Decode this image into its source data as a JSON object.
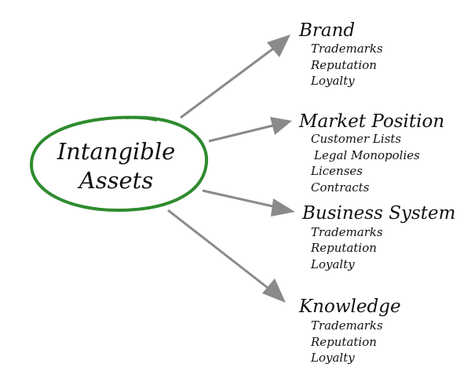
{
  "center": {
    "line1": "Intangible",
    "line2": "Assets",
    "ring_color": "#2e8b2e"
  },
  "arrow_color": "#8a8a8a",
  "categories": [
    {
      "title": "Brand",
      "items": [
        "Trademarks",
        "Reputation",
        "Loyalty"
      ]
    },
    {
      "title": "Market Position",
      "items": [
        "Customer Lists",
        "Legal Monopolies",
        "Licenses",
        "Contracts"
      ]
    },
    {
      "title": "Business System",
      "items": [
        "Trademarks",
        "Reputation",
        "Loyalty"
      ]
    },
    {
      "title": "Knowledge",
      "items": [
        "Trademarks",
        "Reputation",
        "Loyalty"
      ]
    }
  ]
}
